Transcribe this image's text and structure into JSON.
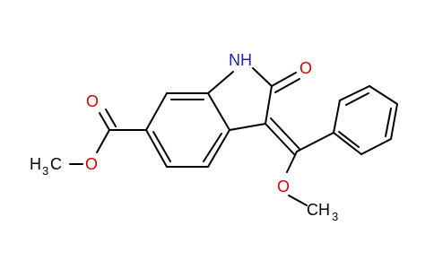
{
  "labels": {
    "nh": "NH",
    "oxo": "O",
    "ester_carbonyl_o": "O",
    "ester_o": "O",
    "ester_methyl_h": "H",
    "ester_methyl_sub": "3",
    "ester_methyl_c": "C",
    "ether_o": "O",
    "ether_methyl_c": "CH",
    "ether_methyl_sub": "3"
  },
  "colors": {
    "oxygen": "#d40000",
    "nitrogen": "#1f1fb8",
    "bond": "#000000"
  }
}
